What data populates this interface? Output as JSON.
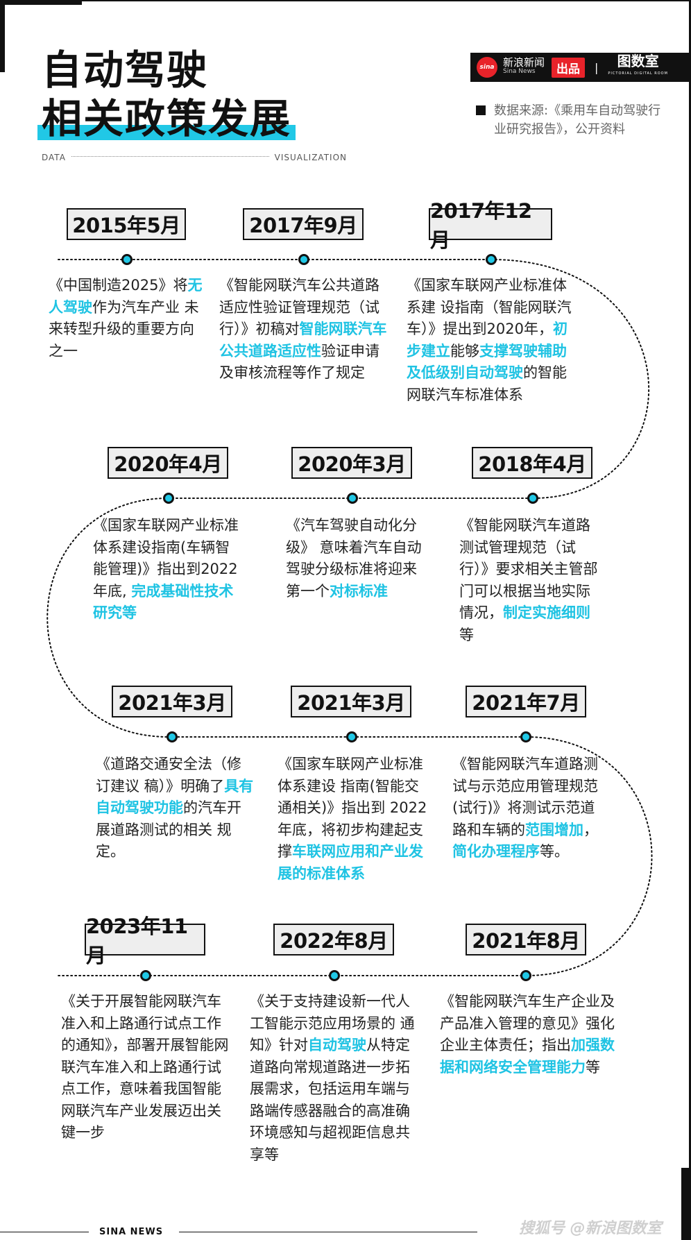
{
  "title": {
    "line1": "自动驾驶",
    "line2": "相关政策发展"
  },
  "dv_bar": {
    "left": "DATA",
    "right": "VISUALIZATION"
  },
  "brand": {
    "logo": "sina",
    "name_cn": "新浪新闻",
    "name_en": "Sina News",
    "badge": "出品",
    "sep": "|",
    "lab": "图数室",
    "lab_sub": "PICTORIAL DIGITAL ROOM"
  },
  "source": "数据来源:《乘用车自动驾驶行业研究报告》，公开资料",
  "colors": {
    "accent": "#21c8e6",
    "highlight_text": "#1fc3e3",
    "brand_red": "#e8232a",
    "date_bg": "#eeeeee"
  },
  "events": [
    {
      "date": "2015年5月",
      "parts": [
        {
          "t": "《中国制造2025》将"
        },
        {
          "t": "无人驾驶",
          "h": true
        },
        {
          "t": "作为汽车产业 未来转型升级的重要方向之一"
        }
      ]
    },
    {
      "date": "2017年9月",
      "parts": [
        {
          "t": "《智能网联汽车公共道路适应性验证管理规范（试行）》初稿对"
        },
        {
          "t": "智能网联汽车公共道路适应性",
          "h": true
        },
        {
          "t": "验证申请及审核流程等作了规定"
        }
      ]
    },
    {
      "date": "2017年12月",
      "parts": [
        {
          "t": "《国家车联网产业标准体系建 设指南（智能网联汽车）》提出到2020年，"
        },
        {
          "t": "初步建立",
          "h": true
        },
        {
          "t": "能够"
        },
        {
          "t": "支撑驾驶辅助及低级别自动驾驶",
          "h": true
        },
        {
          "t": "的智能网联汽车标准体系"
        }
      ]
    },
    {
      "date": "2020年4月",
      "parts": [
        {
          "t": "《国家车联网产业标准体系建设指南(车辆智能管理)》指出到2022年底, "
        },
        {
          "t": "完成基础性技术研究等",
          "h": true
        }
      ]
    },
    {
      "date": "2020年3月",
      "parts": [
        {
          "t": "《汽车驾驶自动化分级》 意味着汽车自动驾驶分级标准将迎来第一个"
        },
        {
          "t": "对标标准",
          "h": true
        }
      ]
    },
    {
      "date": "2018年4月",
      "parts": [
        {
          "t": "《智能网联汽车道路测试管理规范（试行）》要求相关主管部门可以根据当地实际情况，"
        },
        {
          "t": "制定实施细则",
          "h": true
        },
        {
          "t": "等"
        }
      ]
    },
    {
      "date": "2021年3月",
      "parts": [
        {
          "t": "《道路交通安全法（修订建议 稿）》明确了"
        },
        {
          "t": "具有自动驾驶功能",
          "h": true
        },
        {
          "t": "的汽车开展道路测试的相关 规定。"
        }
      ]
    },
    {
      "date": "2021年3月",
      "parts": [
        {
          "t": "《国家车联网产业标准体系建设 指南(智能交通相关)》指出到 2022年底，将初步构建起支撑"
        },
        {
          "t": "车联网应用和产业发展的标准体系",
          "h": true
        }
      ]
    },
    {
      "date": "2021年7月",
      "parts": [
        {
          "t": "《智能网联汽车道路测试与示范应用管理规范(试行)》将测试示范道路和车辆的"
        },
        {
          "t": "范围增加",
          "h": true
        },
        {
          "t": "，"
        },
        {
          "t": "简化办理程序",
          "h": true
        },
        {
          "t": "等。"
        }
      ]
    },
    {
      "date": "2023年11月",
      "parts": [
        {
          "t": "《关于开展智能网联汽车准入和上路通行试点工作的通知》，部署开展智能网联汽车准入和上路通行试点工作，意味着我国智能网联汽车产业发展迈出关键一步"
        }
      ]
    },
    {
      "date": "2022年8月",
      "parts": [
        {
          "t": "《关于支持建设新一代人工智能示范应用场景的 通知》针对"
        },
        {
          "t": "自动驾驶",
          "h": true
        },
        {
          "t": "从特定道路向常规道路进一步拓展需求，包括运用车端与路端传感器融合的高准确环境感知与超视距信息共享等"
        }
      ]
    },
    {
      "date": "2021年8月",
      "parts": [
        {
          "t": "《智能网联汽车生产企业及 产品准入管理的意见》强化企业主体责任；指出"
        },
        {
          "t": "加强数据和网络安全管理能力",
          "h": true
        },
        {
          "t": "等"
        }
      ]
    }
  ],
  "footer": {
    "left": "SINA NEWS",
    "watermark": "搜狐号 @新浪图数室"
  }
}
